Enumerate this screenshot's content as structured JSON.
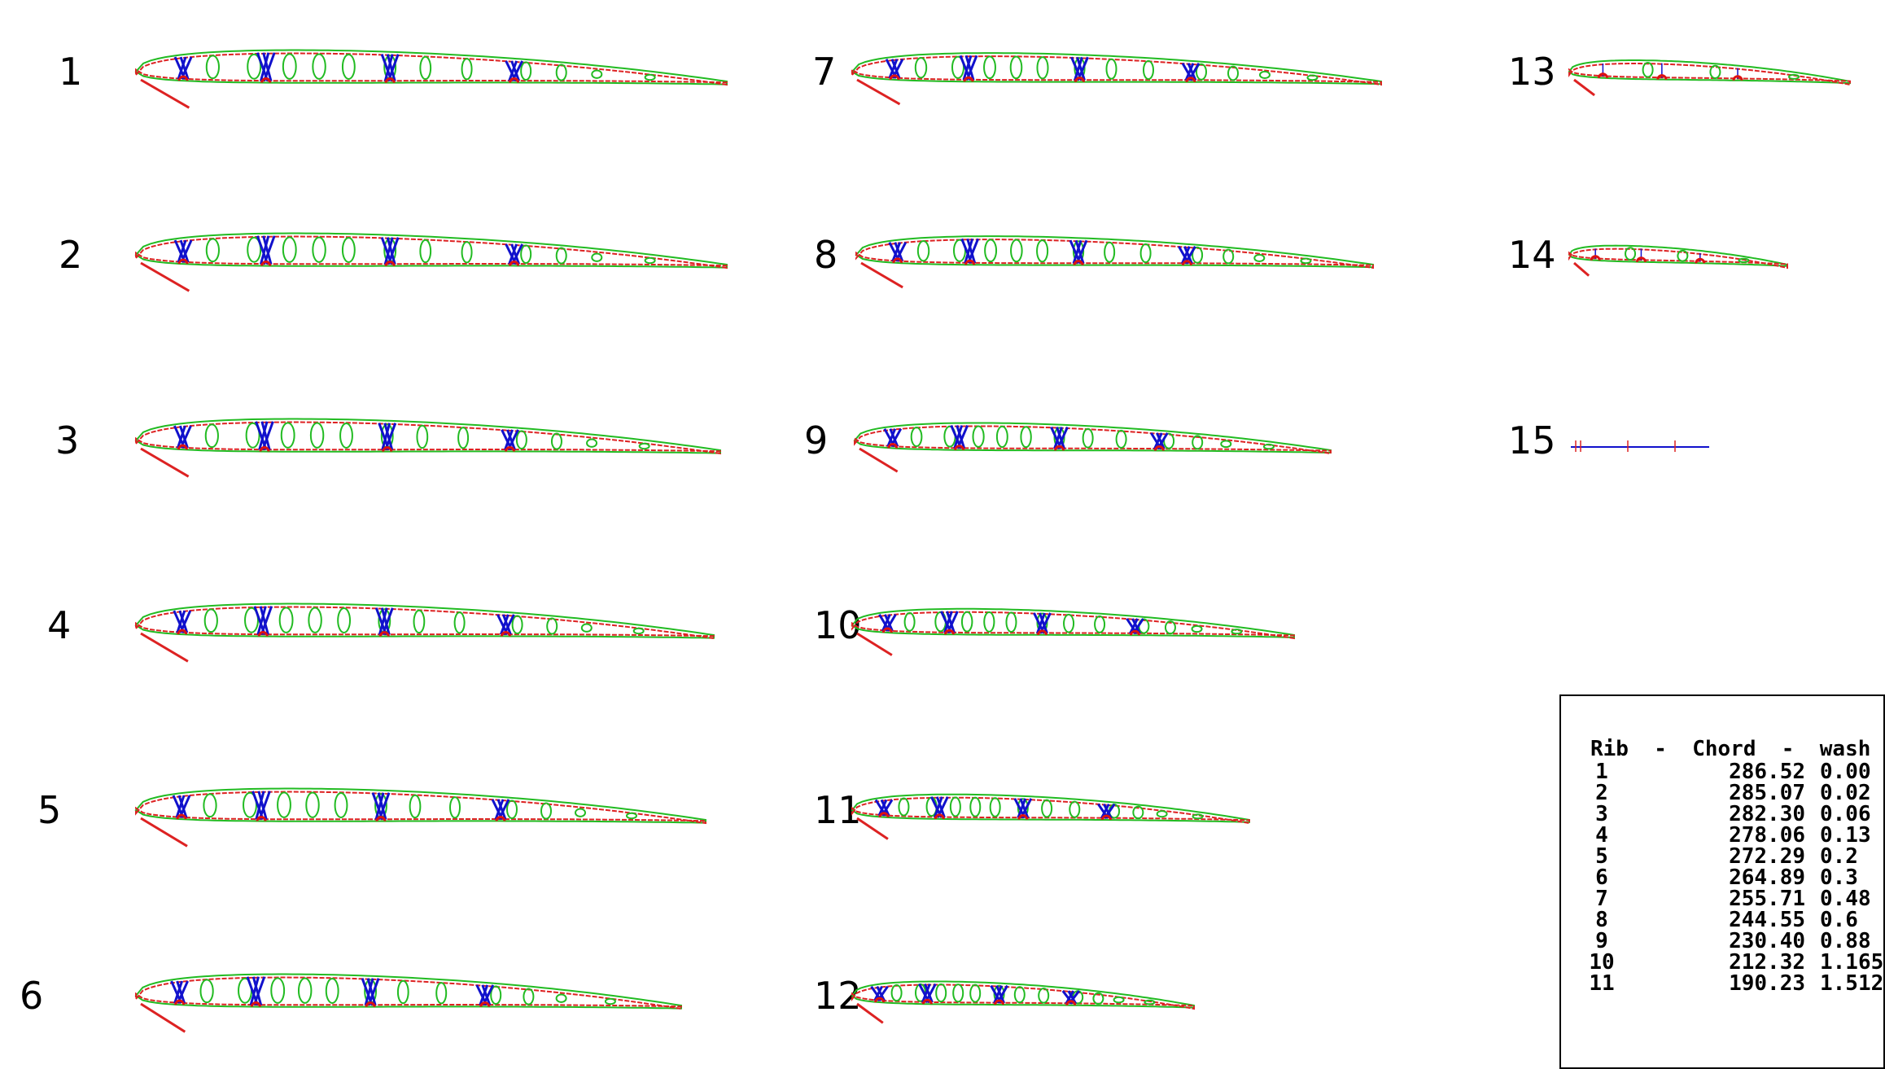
{
  "ribs": [
    {
      "label": "1"
    },
    {
      "label": "2"
    },
    {
      "label": "3"
    },
    {
      "label": "4"
    },
    {
      "label": "5"
    },
    {
      "label": "6"
    },
    {
      "label": "7"
    },
    {
      "label": "8"
    },
    {
      "label": "9"
    },
    {
      "label": "10"
    },
    {
      "label": "11"
    },
    {
      "label": "12"
    },
    {
      "label": "13"
    },
    {
      "label": "14"
    },
    {
      "label": "15"
    }
  ],
  "colors": {
    "outer_skin": "#22bb22",
    "inner_skin": "#dd2222",
    "lightening_holes": "#22bb22",
    "diagonals": "#1111cc",
    "spar_notches": "#dd1111",
    "ticks": "#000000",
    "marker": "#dddd33"
  },
  "table": {
    "header": "Rib  -  Chord  -  wash",
    "rows": [
      {
        "rib": "1",
        "chord": "286.52",
        "wash": "0.00"
      },
      {
        "rib": "2",
        "chord": "285.07",
        "wash": "0.02"
      },
      {
        "rib": "3",
        "chord": "282.30",
        "wash": "0.06"
      },
      {
        "rib": "4",
        "chord": "278.06",
        "wash": "0.13"
      },
      {
        "rib": "5",
        "chord": "272.29",
        "wash": "0.2"
      },
      {
        "rib": "6",
        "chord": "264.89",
        "wash": "0.3"
      },
      {
        "rib": "7",
        "chord": "255.71",
        "wash": "0.48"
      },
      {
        "rib": "8",
        "chord": "244.55",
        "wash": "0.6"
      },
      {
        "rib": "9",
        "chord": "230.40",
        "wash": "0.88"
      },
      {
        "rib": "10",
        "chord": "212.32",
        "wash": "1.165"
      },
      {
        "rib": "11",
        "chord": "190.23",
        "wash": "1.512"
      }
    ]
  }
}
